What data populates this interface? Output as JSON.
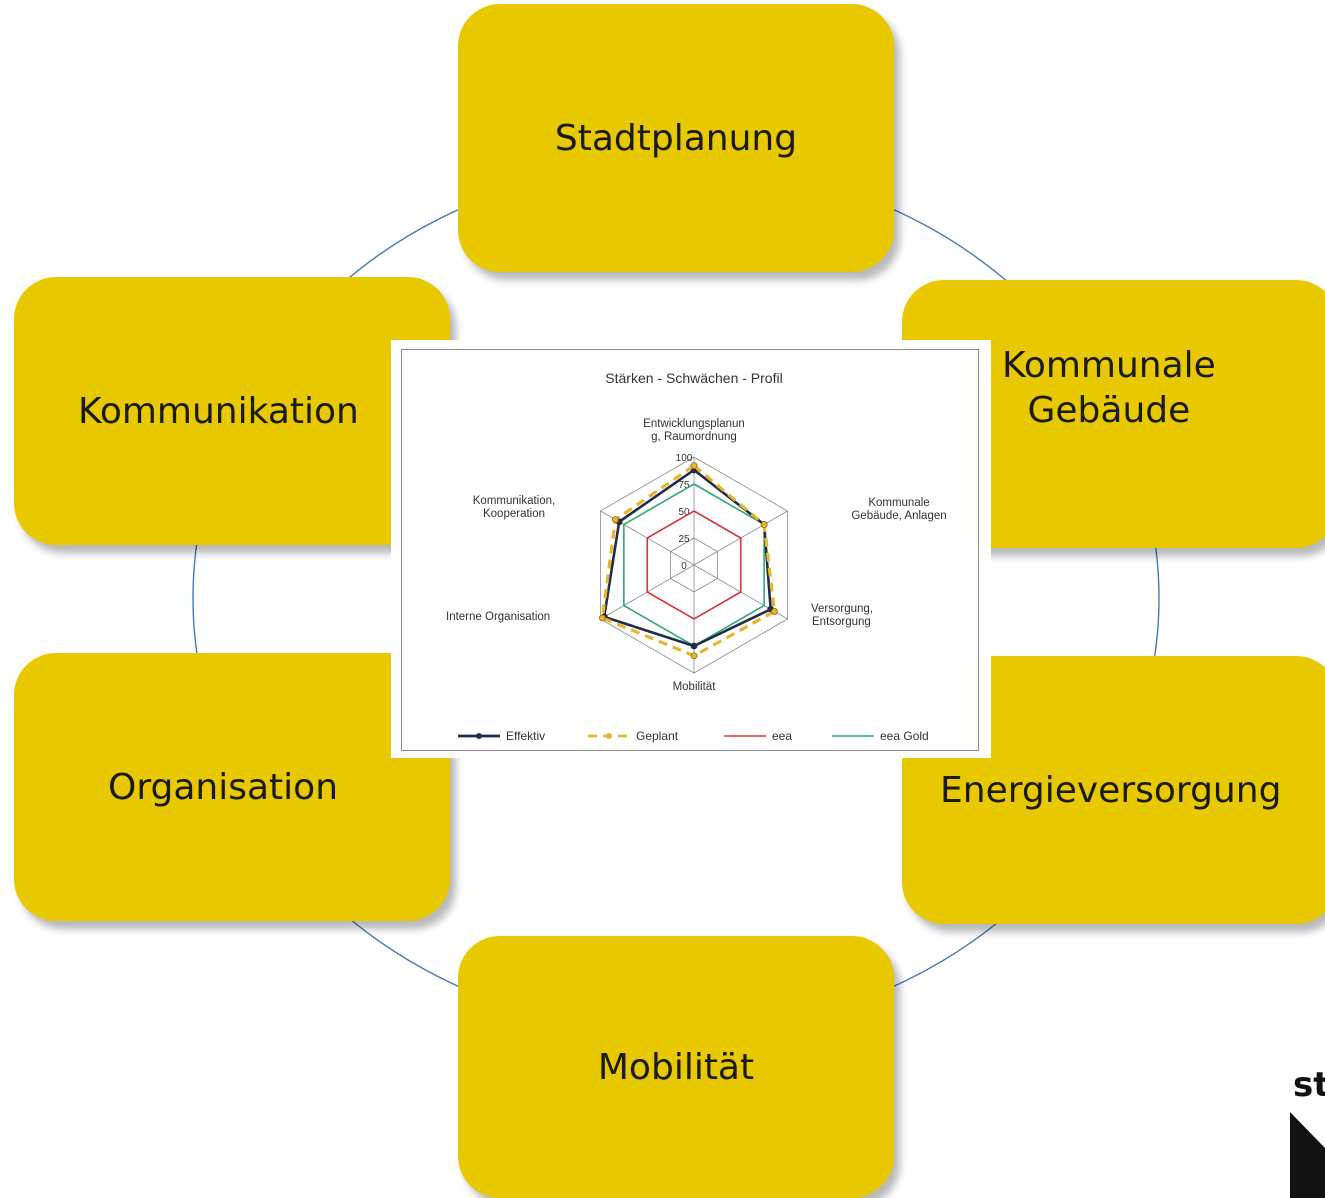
{
  "nodes": {
    "stadtplanung": "Stadtplanung",
    "kommunikation": "Kommunikation",
    "kommunale_gebaude": "Kommunale\nGebäude",
    "organisation": "Organisation",
    "energieversorgung": "Energieversorgung",
    "mobilitat": "Mobilität"
  },
  "logo_text": "st",
  "colors": {
    "node_fill": "#e8c800",
    "ring_line": "#4a78b8",
    "effektiv": "#1f2d4a",
    "geplant": "#e8b530",
    "eea": "#d6363c",
    "eea_gold": "#2fa872",
    "grid": "#8a8a8a"
  },
  "chart_data": {
    "type": "radar",
    "title": "Stärken - Schwächen - Profil",
    "axes": [
      [
        "Entwicklungsplanun",
        "g, Raumordnung"
      ],
      [
        "Kommunale",
        "Gebäude, Anlagen"
      ],
      [
        "Versorgung,",
        "Entsorgung"
      ],
      [
        "Mobilität"
      ],
      [
        "Interne Organisation"
      ],
      [
        "Kommunikation,",
        "Kooperation"
      ]
    ],
    "ticks": [
      "0",
      "25",
      "50",
      "75",
      "100"
    ],
    "rlim": [
      0,
      100
    ],
    "series": [
      {
        "name": "Effektiv",
        "values": [
          88,
          75,
          82,
          75,
          96,
          80
        ]
      },
      {
        "name": "Geplant",
        "values": [
          92,
          75,
          86,
          84,
          98,
          84
        ]
      },
      {
        "name": "eea",
        "values": [
          50,
          50,
          50,
          50,
          50,
          50
        ]
      },
      {
        "name": "eea Gold",
        "values": [
          75,
          75,
          75,
          75,
          75,
          75
        ]
      }
    ],
    "legend": "bottom"
  }
}
